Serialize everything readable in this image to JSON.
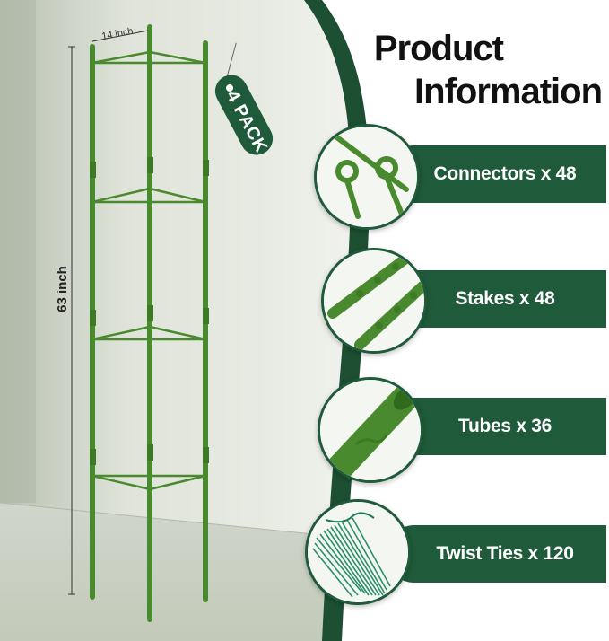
{
  "product_title": {
    "line1": "Product",
    "line2": "Information"
  },
  "dimensions": {
    "width_label": "14 inch",
    "height_label": "63 inch"
  },
  "pack_tag": {
    "label": "4 PACK"
  },
  "items": [
    {
      "label": "Connectors x 48",
      "icon": "connector-icon"
    },
    {
      "label": "Stakes x 48",
      "icon": "stake-icon"
    },
    {
      "label": "Tubes x 36",
      "icon": "tube-icon"
    },
    {
      "label": "Twist Ties x 120",
      "icon": "twist-tie-icon"
    }
  ],
  "colors": {
    "brand_green": "#1f5b3a",
    "stake_green": "#4a8a2e",
    "tie_teal": "#2a8f6a"
  }
}
